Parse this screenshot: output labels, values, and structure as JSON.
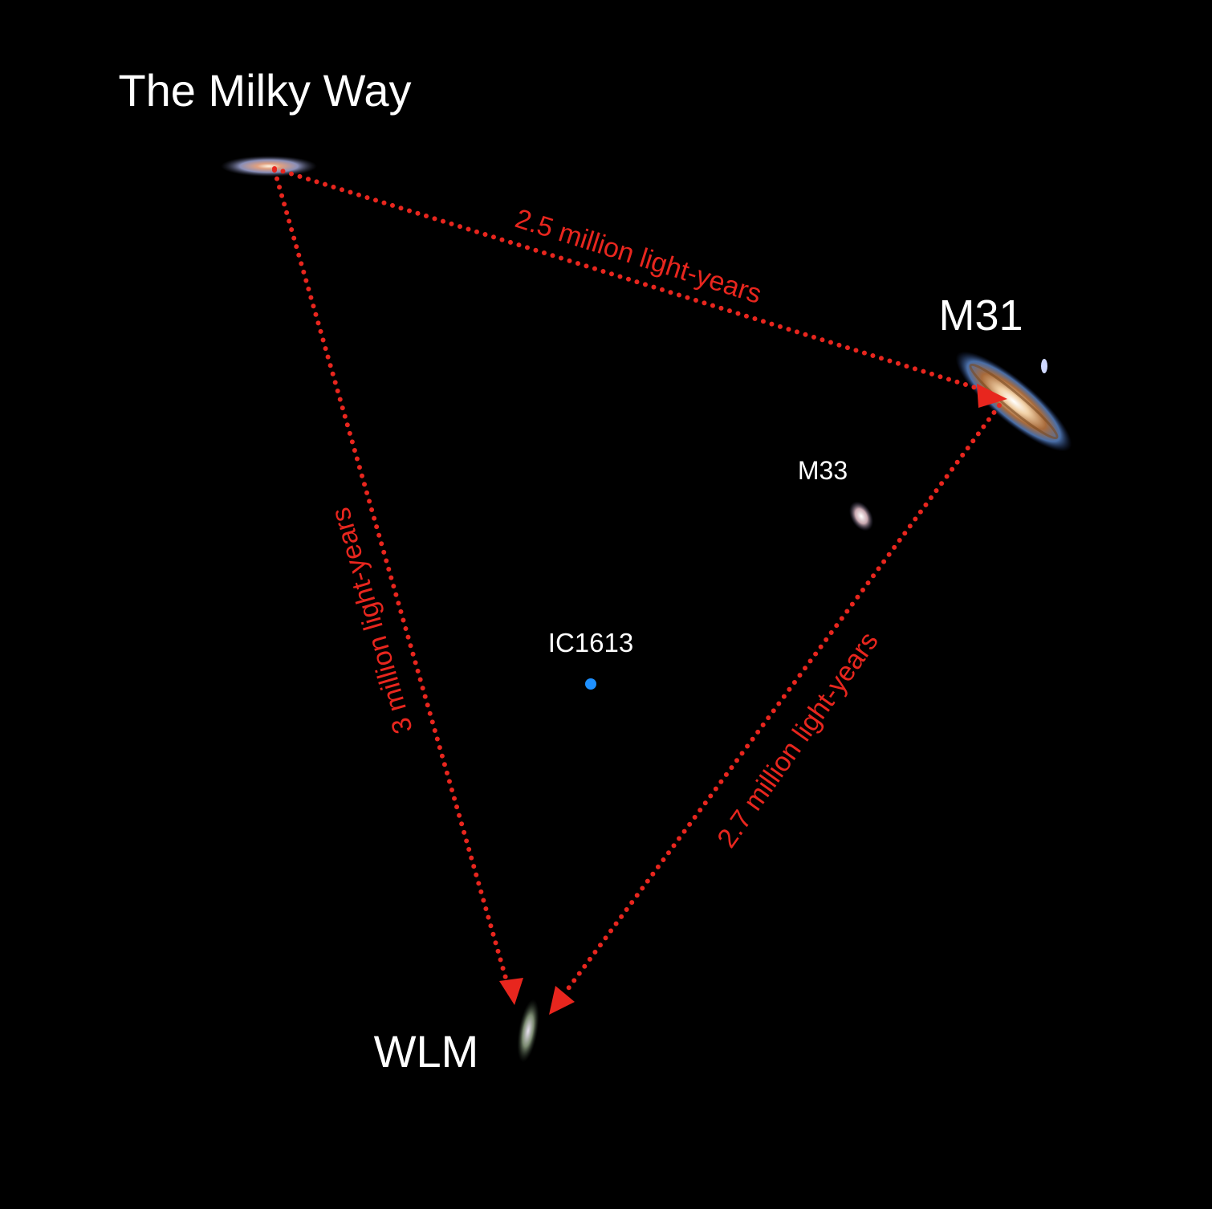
{
  "galaxies": {
    "milky_way": "The Milky Way",
    "m31": "M31",
    "m33": "M33",
    "ic1613": "IC1613",
    "wlm": "WLM"
  },
  "distances": {
    "mw_m31": "2.5 million light-years",
    "mw_wlm": "3 million light-years",
    "m31_wlm": "2.7 million light-years"
  },
  "colors": {
    "arrow": "#e8261e",
    "ic1613_dot": "#1e90ff",
    "label": "#ffffff",
    "background": "#000000"
  }
}
